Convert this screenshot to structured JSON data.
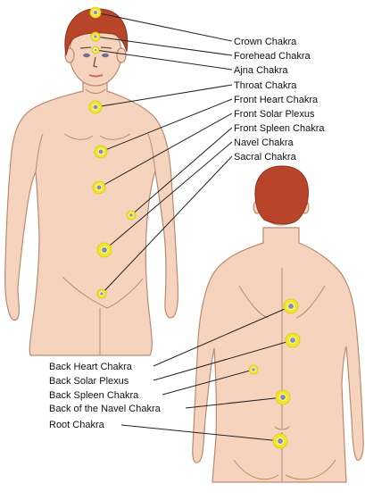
{
  "front_labels": [
    "Crown Chakra",
    "Forehead Chakra",
    "Ajna Chakra",
    "Throat Chakra",
    "Front Heart Chakra",
    "Front Solar Plexus",
    "Front Spleen Chakra",
    "Navel Chakra",
    "Sacral Chakra"
  ],
  "back_labels": [
    "Back Heart Chakra",
    "Back Solar Plexus",
    "Back Spleen Chakra",
    "Back of the Navel Chakra",
    "Root Chakra"
  ],
  "colors": {
    "skin": "#f6d3bd",
    "skin_outline": "#b98a72",
    "hair": "#b8452a",
    "chakra_ring": "#f2e82a",
    "chakra_center": "#8a8fa8"
  }
}
